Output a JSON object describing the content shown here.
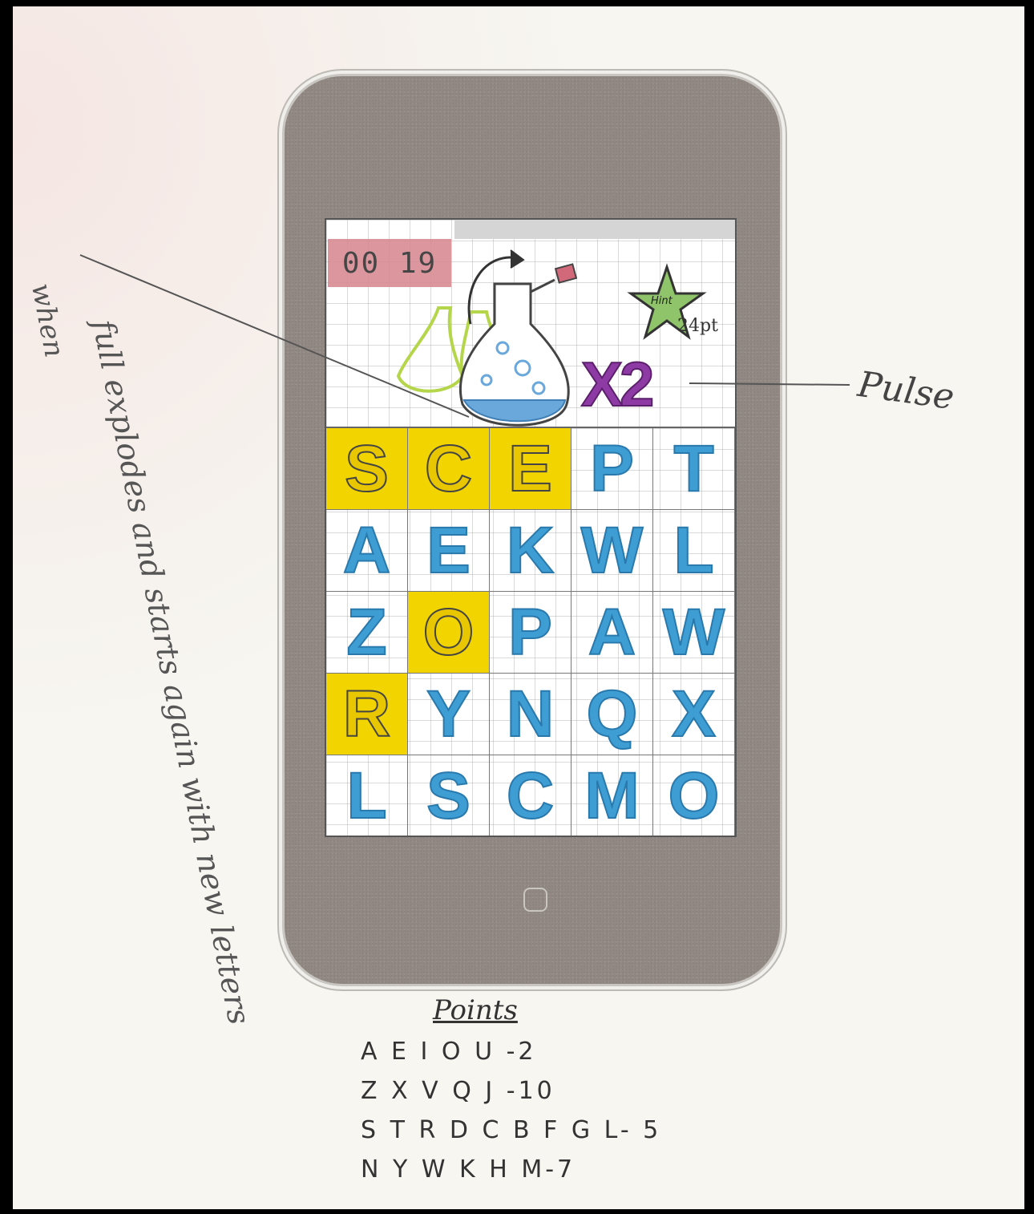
{
  "timer": {
    "value": "00 19"
  },
  "hint": {
    "label": "Hint",
    "points": "24pt"
  },
  "multiplier": {
    "label": "X2"
  },
  "annotations": {
    "left_line1": "when",
    "left_line2": "full explodes and starts again with new letters",
    "pulse": "Pulse"
  },
  "board": {
    "tiles": [
      {
        "letter": "S",
        "selected": true
      },
      {
        "letter": "C",
        "selected": true
      },
      {
        "letter": "E",
        "selected": true
      },
      {
        "letter": "P",
        "selected": false
      },
      {
        "letter": "T",
        "selected": false
      },
      {
        "letter": "A",
        "selected": false
      },
      {
        "letter": "E",
        "selected": false
      },
      {
        "letter": "K",
        "selected": false
      },
      {
        "letter": "W",
        "selected": false
      },
      {
        "letter": "L",
        "selected": false
      },
      {
        "letter": "Z",
        "selected": false
      },
      {
        "letter": "O",
        "selected": true
      },
      {
        "letter": "P",
        "selected": false
      },
      {
        "letter": "A",
        "selected": false
      },
      {
        "letter": "W",
        "selected": false
      },
      {
        "letter": "R",
        "selected": true
      },
      {
        "letter": "Y",
        "selected": false
      },
      {
        "letter": "N",
        "selected": false
      },
      {
        "letter": "Q",
        "selected": false
      },
      {
        "letter": "X",
        "selected": false
      },
      {
        "letter": "L",
        "selected": false
      },
      {
        "letter": "S",
        "selected": false
      },
      {
        "letter": "C",
        "selected": false
      },
      {
        "letter": "M",
        "selected": false
      },
      {
        "letter": "O",
        "selected": false
      }
    ]
  },
  "points": {
    "title": "Points",
    "rows": [
      "A E I O U -2",
      "Z X V Q J -10",
      "S T R D C B F G L- 5",
      "N Y W K H M-7"
    ]
  },
  "colors": {
    "phone_body": "#918883",
    "tile_letter": "#3e9dd3",
    "selected_tile": "#f2d500",
    "timer_bg": "#d98b94",
    "multiplier": "#8e3aa4",
    "hint_star": "#8fc46a",
    "potion_liquid": "#6aa8dc"
  }
}
